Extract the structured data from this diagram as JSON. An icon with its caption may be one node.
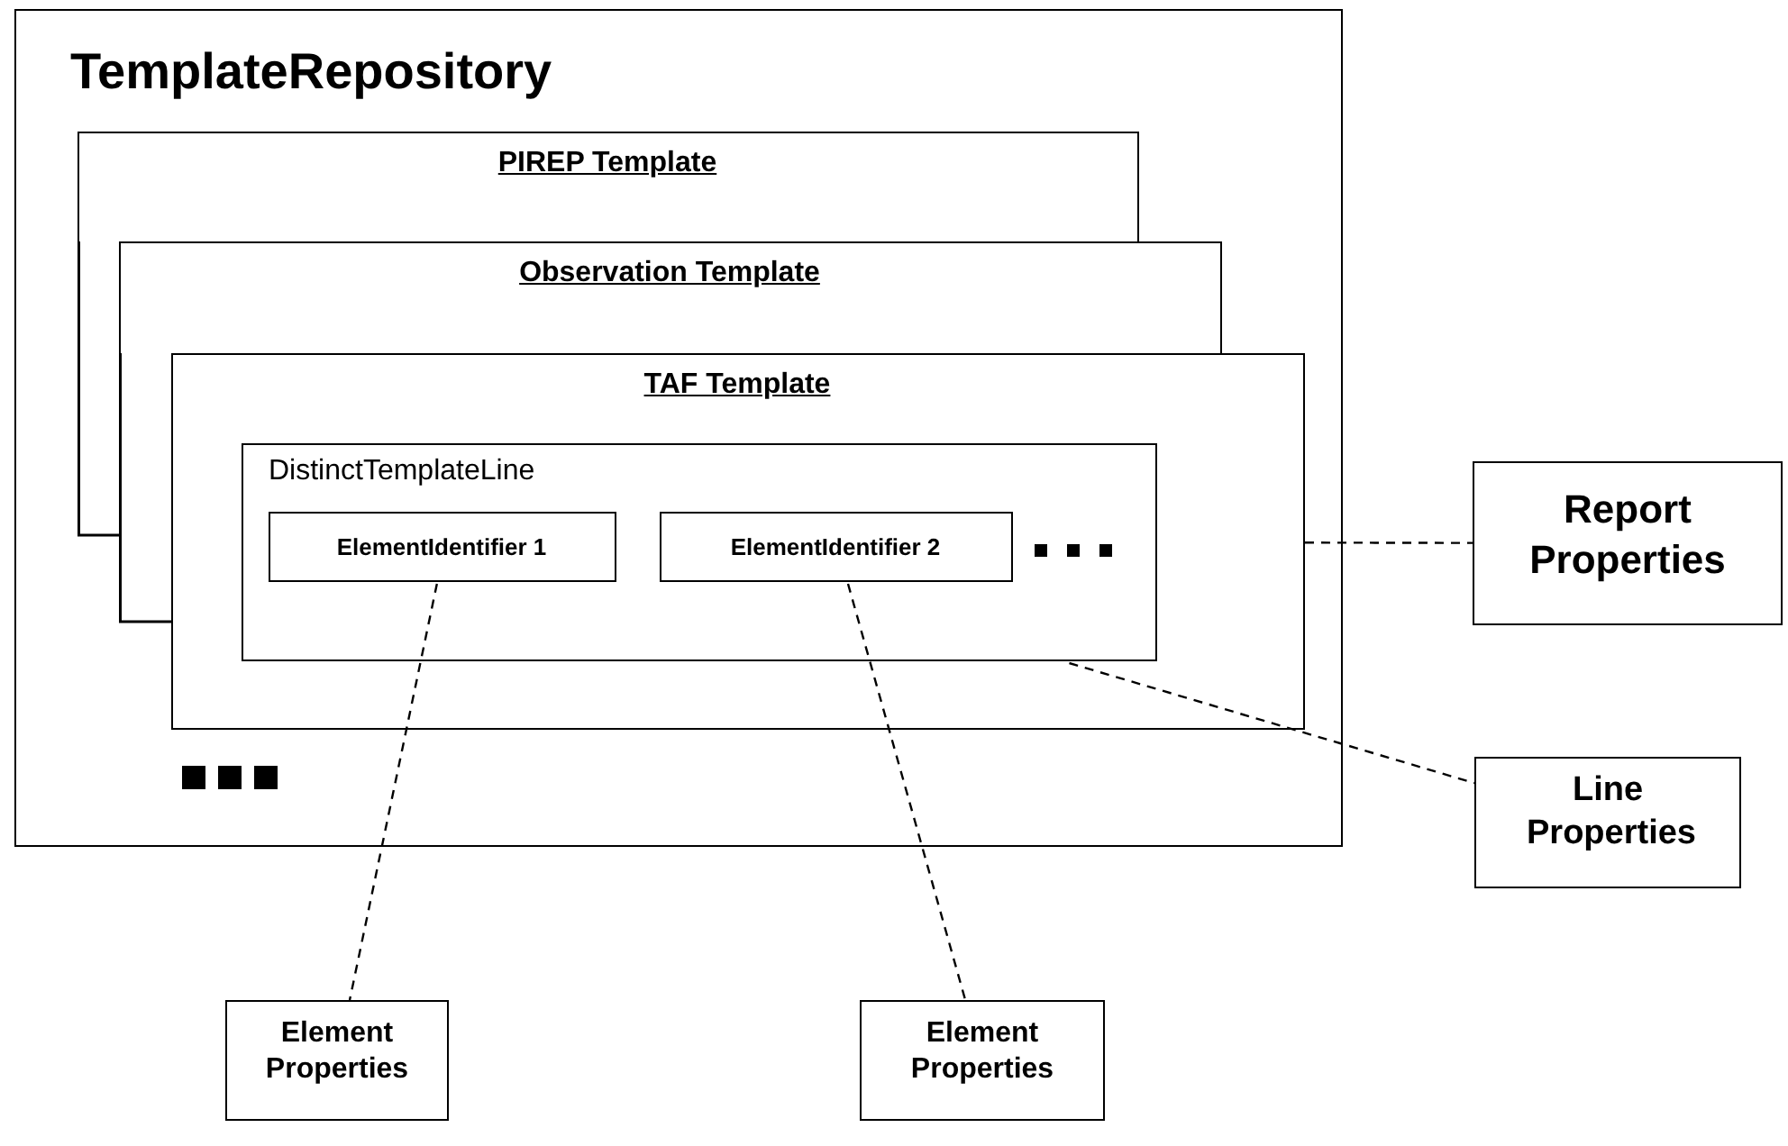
{
  "diagram": {
    "nodes": [
      {
        "text": [
          "TemplateRepository"
        ]
      },
      {
        "text": [
          "PIREP Template"
        ],
        "in": 0
      },
      {
        "text": [
          "Observation Template"
        ],
        "in": 0
      },
      {
        "text": [
          "TAF Template"
        ],
        "in": 0
      },
      {
        "text": [
          "DistinctTemplateLine"
        ],
        "in": 3
      },
      {
        "text": [
          "ElementIdentifier 1"
        ],
        "in": 4
      },
      {
        "text": [
          "ElementIdentifier 2"
        ],
        "in": 4
      },
      {
        "text": [
          "Report Properties"
        ]
      },
      {
        "text": [
          "Line Properties"
        ]
      },
      {
        "text": [
          "Element Properties"
        ]
      },
      {
        "text": [
          "Element Properties"
        ]
      }
    ],
    "edges": [
      {
        "from": 3,
        "to": 7,
        "arrow": "none",
        "style": "dashed"
      },
      {
        "from": 4,
        "to": 8,
        "arrow": "none",
        "style": "dashed"
      },
      {
        "from": 5,
        "to": 9,
        "arrow": "none",
        "style": "dashed"
      },
      {
        "from": 6,
        "to": 10,
        "arrow": "none",
        "style": "dashed"
      }
    ]
  }
}
